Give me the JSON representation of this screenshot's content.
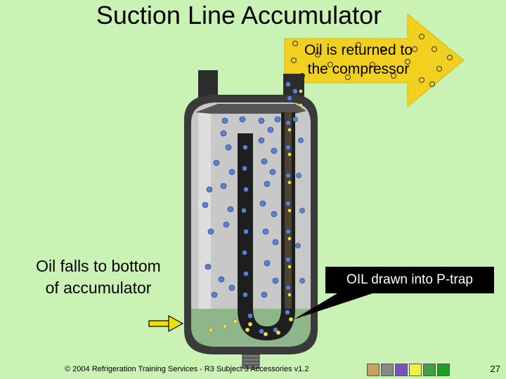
{
  "title": "Suction Line Accumulator",
  "arrow": {
    "line1": "Oil is returned to",
    "line2": "the compressor"
  },
  "left_label": {
    "line1": "Oil falls to bottom",
    "line2": "of accumulator"
  },
  "right_label": "OIL drawn into P-trap",
  "footer": "© 2004 Refrigeration Training Services - R3 Subject 3 Accessories v1.2",
  "page_number": "27",
  "colors": {
    "background": "#c9f2b4",
    "arrow_fill": "#f2d020",
    "shell": "#3a3a3a",
    "interior": "#c8c8c8",
    "oil": "#8fb58a",
    "vapor_bubble": "#5b7fe0",
    "oil_drop": "#f0e040",
    "pointer_arrow": "#f0e000"
  },
  "nav_icons": [
    "home-icon",
    "page-icon",
    "return-icon",
    "prev-icon",
    "next-icon",
    "pen-icon"
  ]
}
